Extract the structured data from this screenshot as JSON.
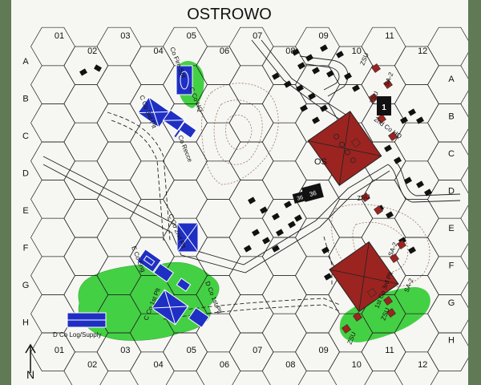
{
  "map": {
    "title": "OSTROWO",
    "town_label": "OS",
    "north_label": "N",
    "colors": {
      "frame": "#5f7a55",
      "paper": "#f6f6f3",
      "hex": "#222222",
      "woods": "#44d044",
      "russian_unit": "#9b2420",
      "us_unit": "#1f2fc4",
      "contour": "#9a7a58"
    },
    "columns_top": [
      "01",
      "02",
      "03",
      "04",
      "05",
      "06",
      "07",
      "08",
      "09",
      "10",
      "11",
      "12"
    ],
    "columns_bottom": [
      "01",
      "02",
      "03",
      "04",
      "05",
      "06",
      "07",
      "08",
      "09",
      "10",
      "11",
      "12"
    ],
    "rows_left": [
      "A",
      "B",
      "C",
      "D",
      "E",
      "F",
      "G",
      "H"
    ],
    "rows_right": [
      "A",
      "B",
      "C",
      "D",
      "E",
      "F",
      "G",
      "H"
    ]
  },
  "units": [
    {
      "label": "Co Fire Spt",
      "type": "friendly-unit"
    },
    {
      "label": "C Co 3rd Plt",
      "type": "friendly-unit"
    },
    {
      "label": "Co Recce",
      "type": "friendly-unit"
    },
    {
      "label": "C Co HQ",
      "type": "friendly-unit"
    },
    {
      "label": "C Co 2nd Plt",
      "type": "friendly-unit"
    },
    {
      "label": "E Co Eng",
      "type": "friendly-unit"
    },
    {
      "label": "C Co 1st Plt",
      "type": "friendly-unit"
    },
    {
      "label": "D Co 1st Plt",
      "type": "friendly-unit"
    },
    {
      "label": "D Co Log/Supply",
      "type": "friendly-unit"
    }
  ],
  "enemy_units": [
    {
      "label": "ZSU"
    },
    {
      "label": "ZSU"
    },
    {
      "label": "SA-2"
    },
    {
      "label": "2nd Co HQ"
    },
    {
      "label": "ZSU"
    },
    {
      "label": "SA-2"
    },
    {
      "label": "1st Co 3rd Plt"
    },
    {
      "label": "SA-2"
    },
    {
      "label": "ZSU"
    },
    {
      "label": "ZSU"
    }
  ],
  "markers": [
    {
      "label": "1"
    },
    {
      "label": "36"
    },
    {
      "label": "36"
    }
  ]
}
